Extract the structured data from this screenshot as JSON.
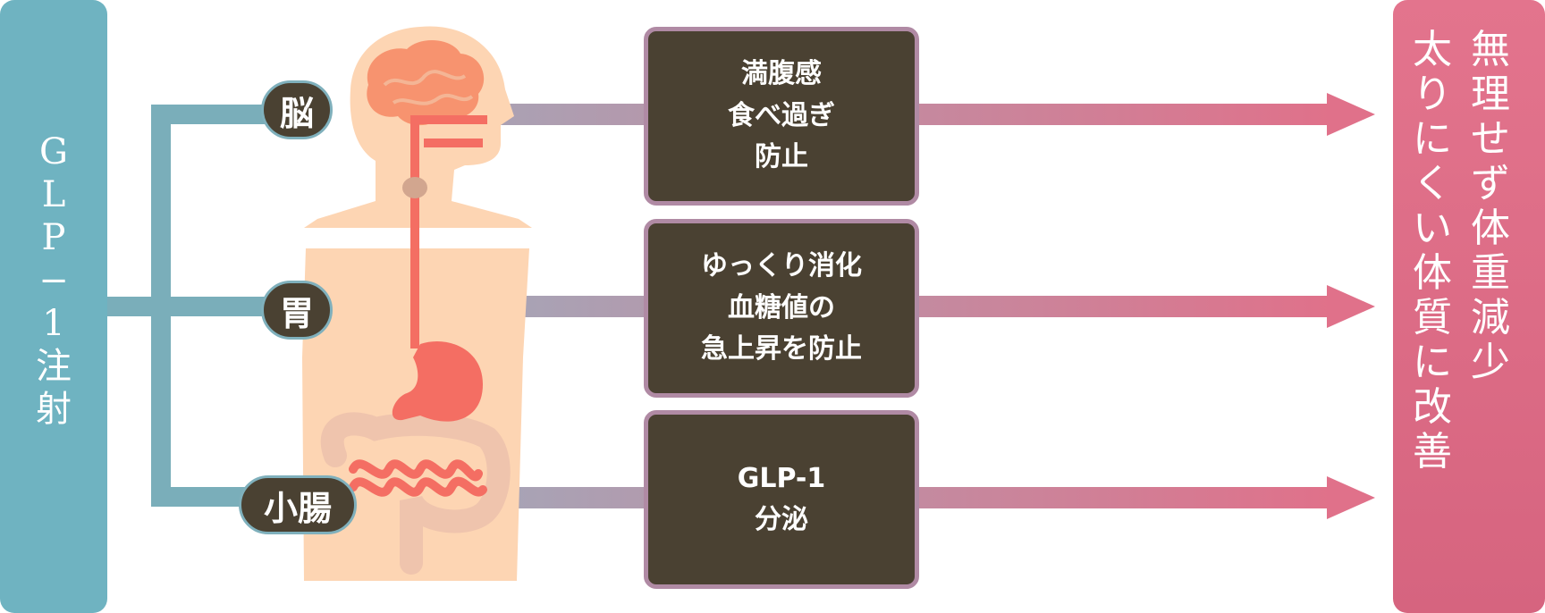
{
  "left_panel": {
    "chars": [
      "G",
      "L",
      "P",
      "−",
      "1",
      "注",
      "射"
    ]
  },
  "targets": {
    "brain": "脳",
    "stomach": "胃",
    "intestine": "小腸"
  },
  "effects": [
    {
      "lines": [
        "満腹感",
        "食べ過ぎ",
        "防止"
      ]
    },
    {
      "lines": [
        "ゆっくり消化",
        "血糖値の",
        "急上昇を防止"
      ]
    },
    {
      "lines": [
        "GLP-1",
        "分泌"
      ]
    }
  ],
  "right_panel": {
    "column_1": [
      "無",
      "理",
      "せ",
      "ず",
      "体",
      "重",
      "減",
      "少"
    ],
    "column_2": [
      "太",
      "り",
      "に",
      "く",
      "い",
      "体",
      "質",
      "に",
      "改",
      "善"
    ]
  },
  "colors": {
    "left_panel": "#6fb3c1",
    "right_panel": "#e3748d",
    "badge": "#4a4132",
    "box_border": "#b08aa4",
    "body_skin": "#fdd5b3",
    "organ": "#f46e63"
  }
}
